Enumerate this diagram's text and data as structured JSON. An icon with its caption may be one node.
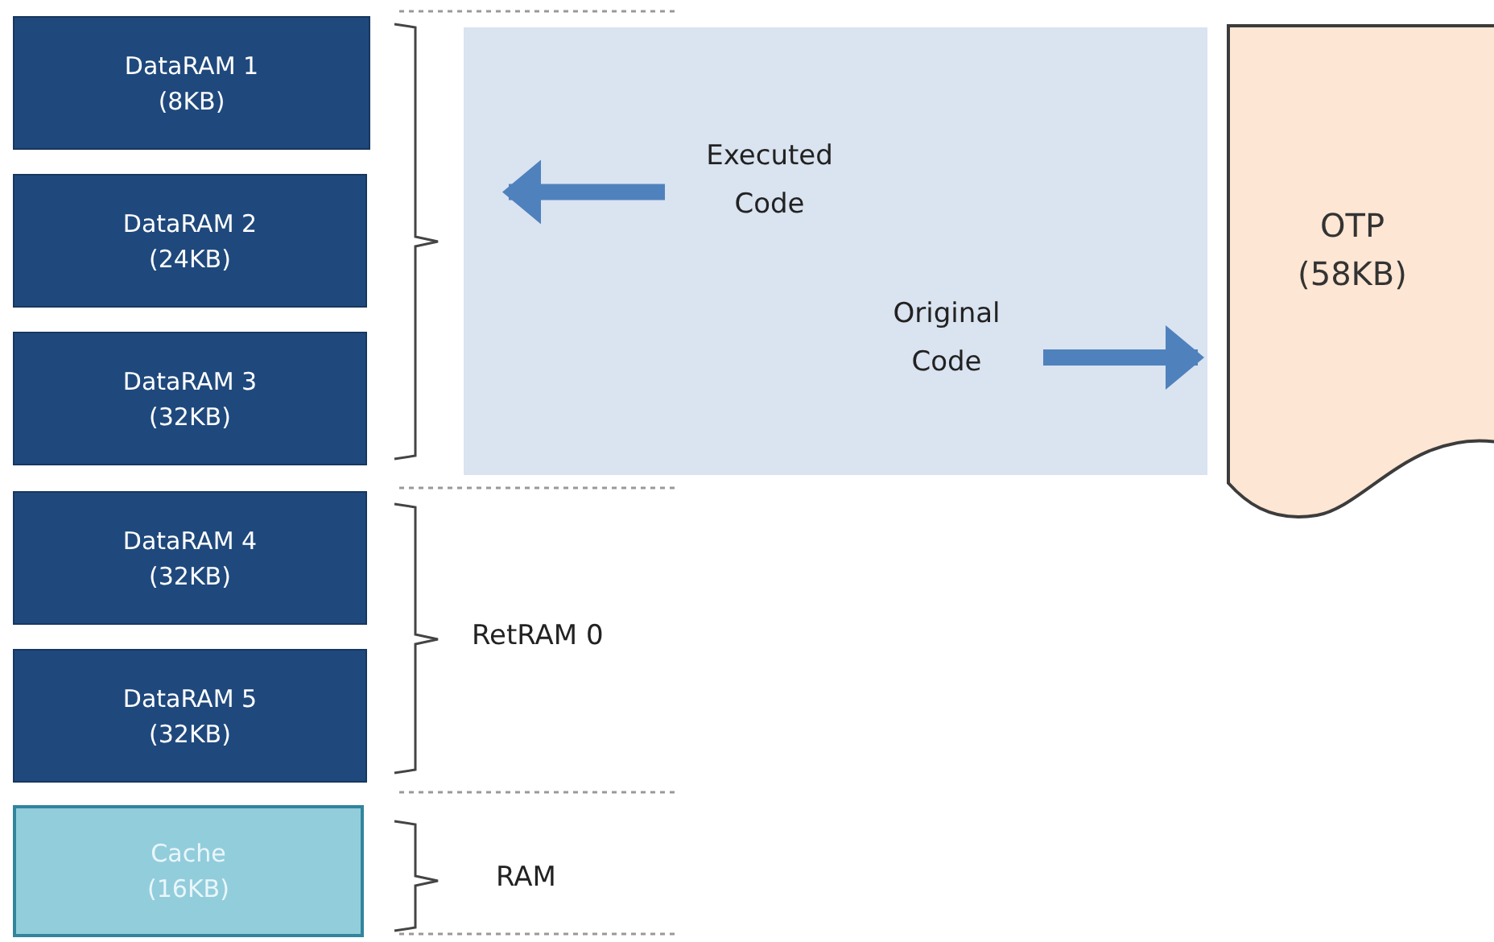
{
  "diagram": {
    "nodes": [
      {
        "text": [
          "DataRAM 1 (8KB)"
        ]
      },
      {
        "text": [
          "DataRAM 2 (24KB)"
        ]
      },
      {
        "text": [
          "DataRAM 3 (32KB)"
        ]
      },
      {
        "text": [
          "DataRAM 4 (32KB)"
        ]
      },
      {
        "text": [
          "DataRAM 5 (32KB)"
        ]
      },
      {
        "text": [
          "Cache (16KB)"
        ]
      },
      {
        "text": [],
        "shape": "box"
      },
      {
        "text": [
          "Executed Code"
        ],
        "in": 6
      },
      {
        "text": [
          "Original Code"
        ],
        "in": 6
      },
      {
        "text": [
          "OTP (58KB)"
        ]
      }
    ],
    "edges": [
      {
        "from": 7,
        "to": null,
        "arrow": "to"
      },
      {
        "from": 8,
        "to": 9,
        "arrow": "to"
      }
    ],
    "labels": [
      "RetRAM 0",
      "RAM"
    ]
  }
}
